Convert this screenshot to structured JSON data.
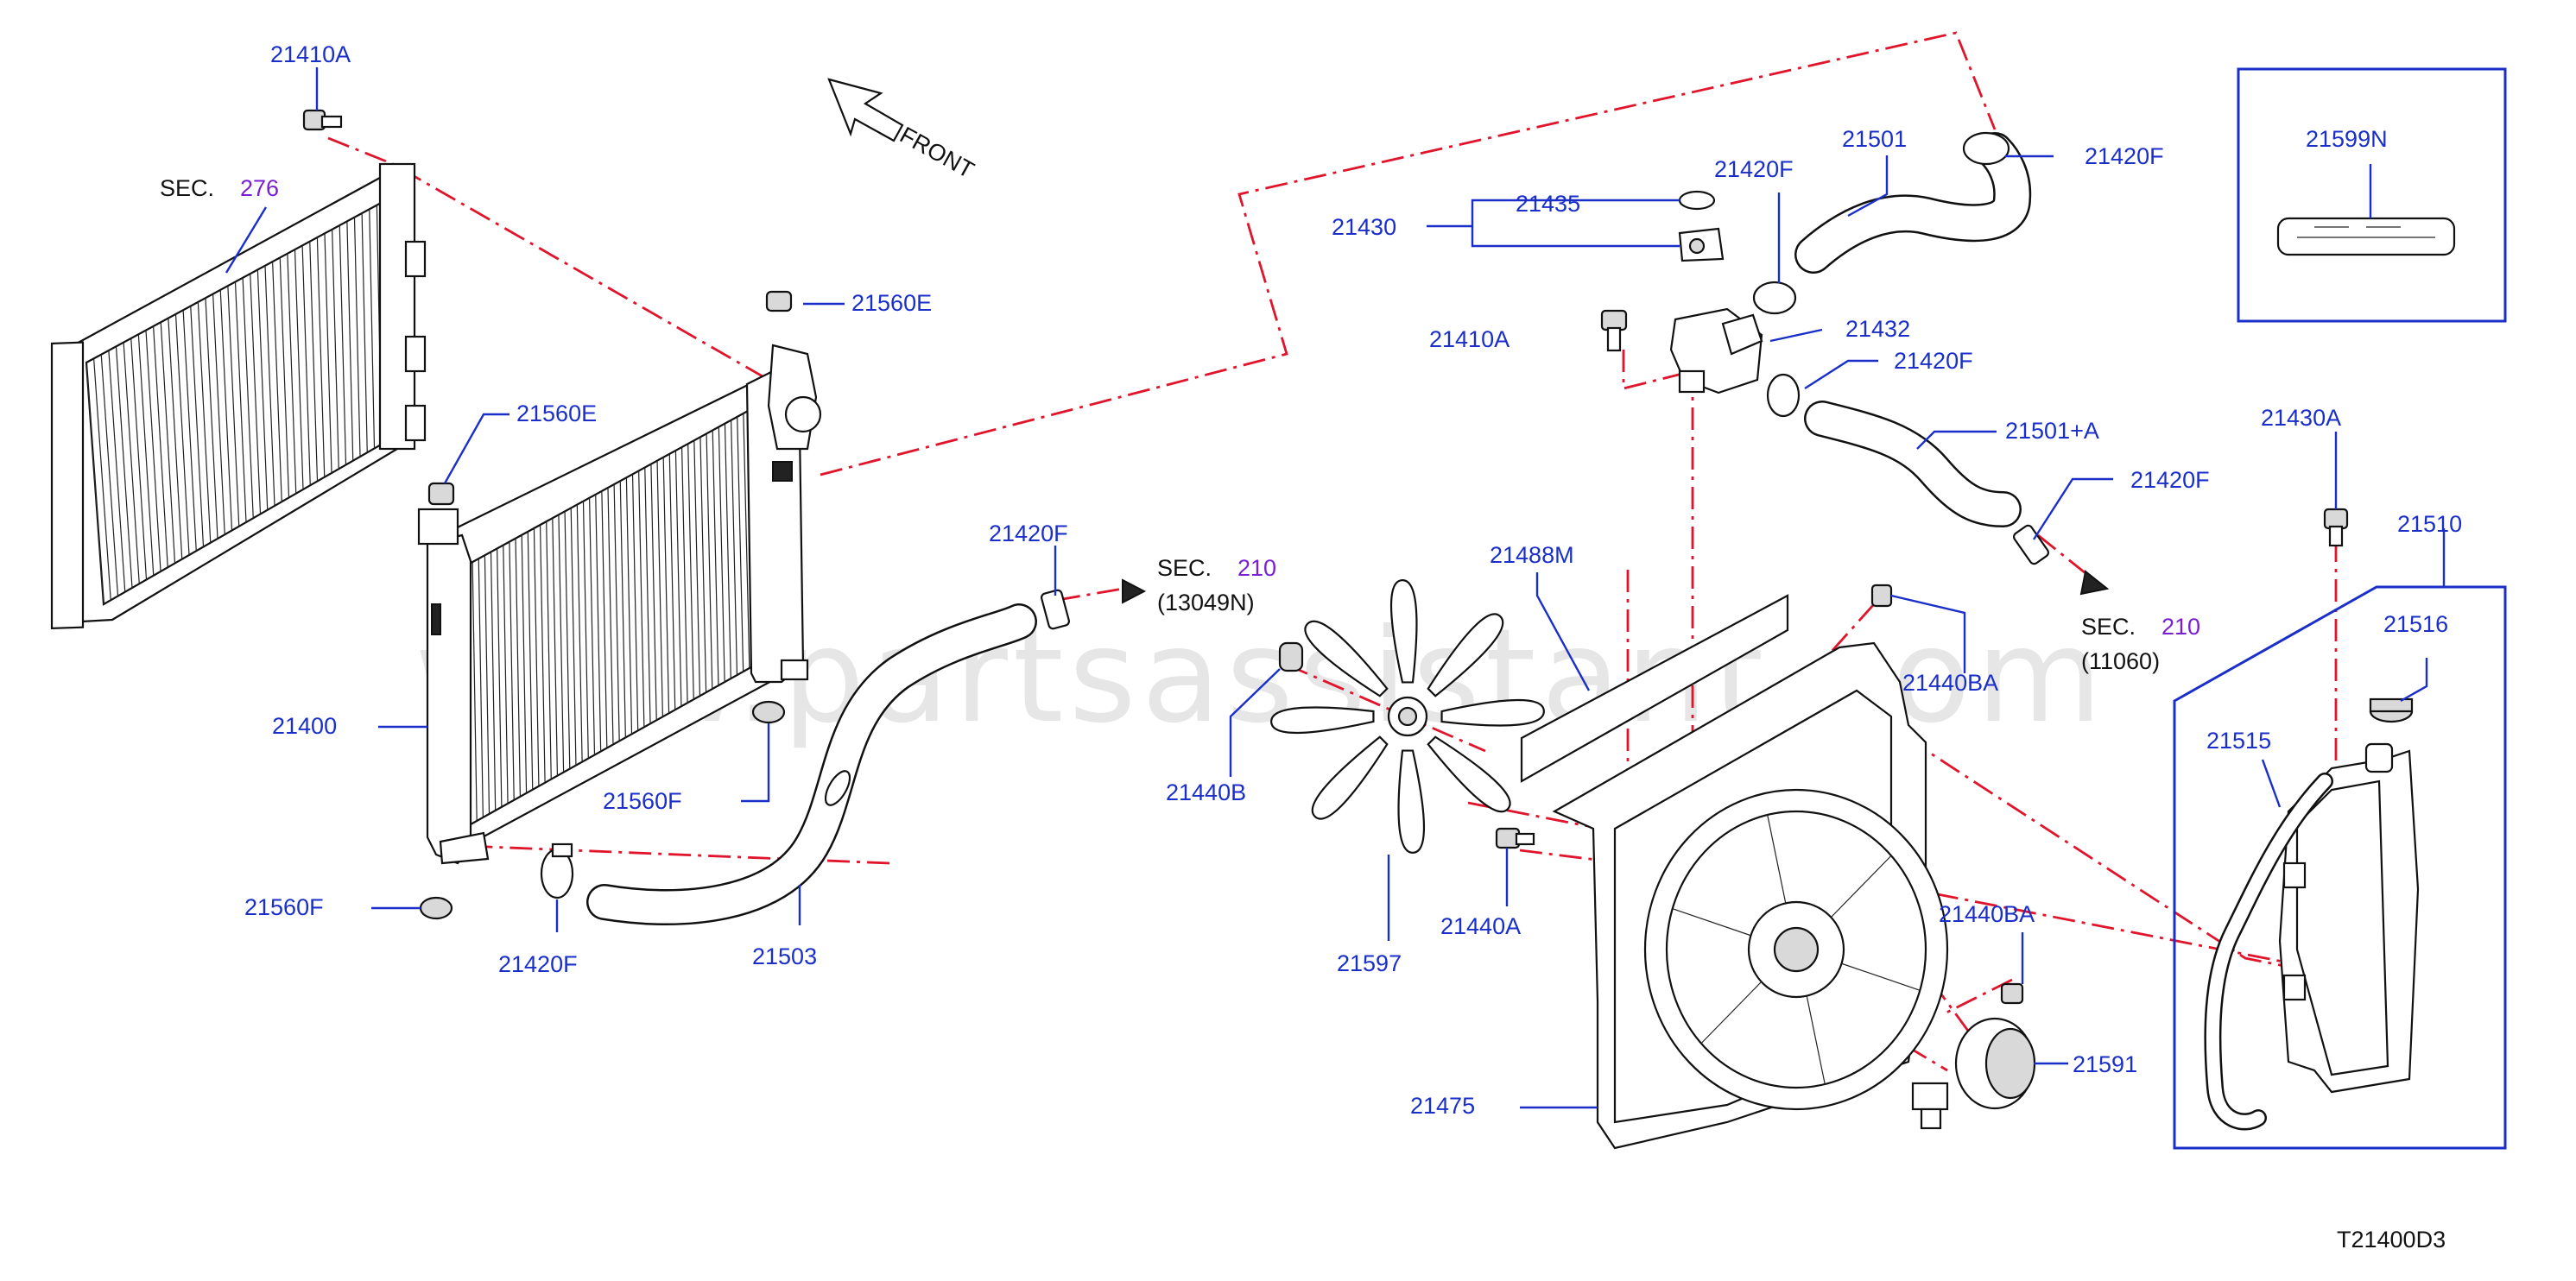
{
  "watermark": "www.partsassistant.com",
  "diagram_code": "T21400D3",
  "front_label": "FRONT",
  "colors": {
    "label": "#1a2fc9",
    "section_ref": "#7a1fd0",
    "guide_line": "#e0142b"
  },
  "parts": {
    "p21410A_top": "21410A",
    "p21410A_mid": "21410A",
    "p21560E_right": "21560E",
    "p21560E_left": "21560E",
    "p21400": "21400",
    "p21560F_right": "21560F",
    "p21560F_left": "21560F",
    "p21420F_lower": "21420F",
    "p21503": "21503",
    "p21420F_pipe": "21420F",
    "p21430": "21430",
    "p21435": "21435",
    "p21420F_top": "21420F",
    "p21501": "21501",
    "p21420F_topright": "21420F",
    "p21432": "21432",
    "p21420F_mid": "21420F",
    "p21501A": "21501+A",
    "p21420F_right": "21420F",
    "p21599N": "21599N",
    "p21430A": "21430A",
    "p21510": "21510",
    "p21516": "21516",
    "p21515": "21515",
    "p21488M": "21488M",
    "p21440BA_top": "21440BA",
    "p21440B": "21440B",
    "p21440A": "21440A",
    "p21597": "21597",
    "p21440BA_low": "21440BA",
    "p21591": "21591",
    "p21475": "21475"
  },
  "section_refs": {
    "sec276": {
      "prefix": "SEC.",
      "number": "276"
    },
    "sec210_left": {
      "prefix": "SEC.",
      "number": "210",
      "code": "(13049N)"
    },
    "sec210_right": {
      "prefix": "SEC.",
      "number": "210",
      "code": "(11060)"
    }
  }
}
